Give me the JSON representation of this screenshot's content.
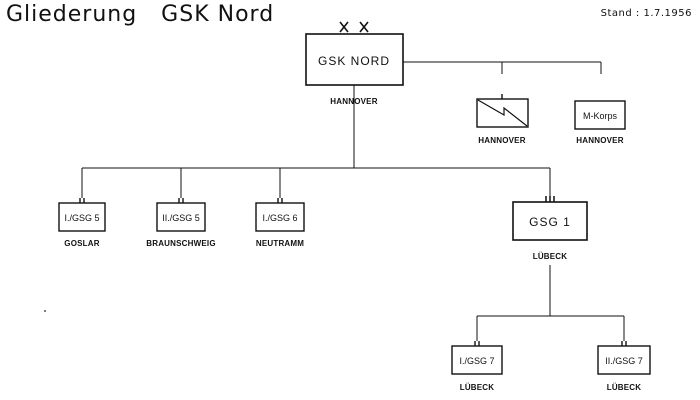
{
  "header": {
    "title": "Gliederung   GSK Nord",
    "stand": "Stand : 1.7.1956"
  },
  "nodes": {
    "gsk_nord": {
      "label": "GSK NORD",
      "location": "HANNOVER"
    },
    "signal_unit": {
      "label": "",
      "location": "HANNOVER"
    },
    "m_korps": {
      "label": "M-Korps",
      "location": "HANNOVER"
    },
    "i_gsg5": {
      "label": "I./GSG 5",
      "location": "GOSLAR"
    },
    "ii_gsg5": {
      "label": "II./GSG 5",
      "location": "BRAUNSCHWEIG"
    },
    "i_gsg6": {
      "label": "I./GSG 6",
      "location": "NEUTRAMM"
    },
    "gsg1": {
      "label": "GSG  1",
      "location": "LÜBECK"
    },
    "i_gsg7": {
      "label": "I./GSG 7",
      "location": "LÜBECK"
    },
    "ii_gsg7": {
      "label": "II./GSG 7",
      "location": "LÜBECK"
    }
  }
}
